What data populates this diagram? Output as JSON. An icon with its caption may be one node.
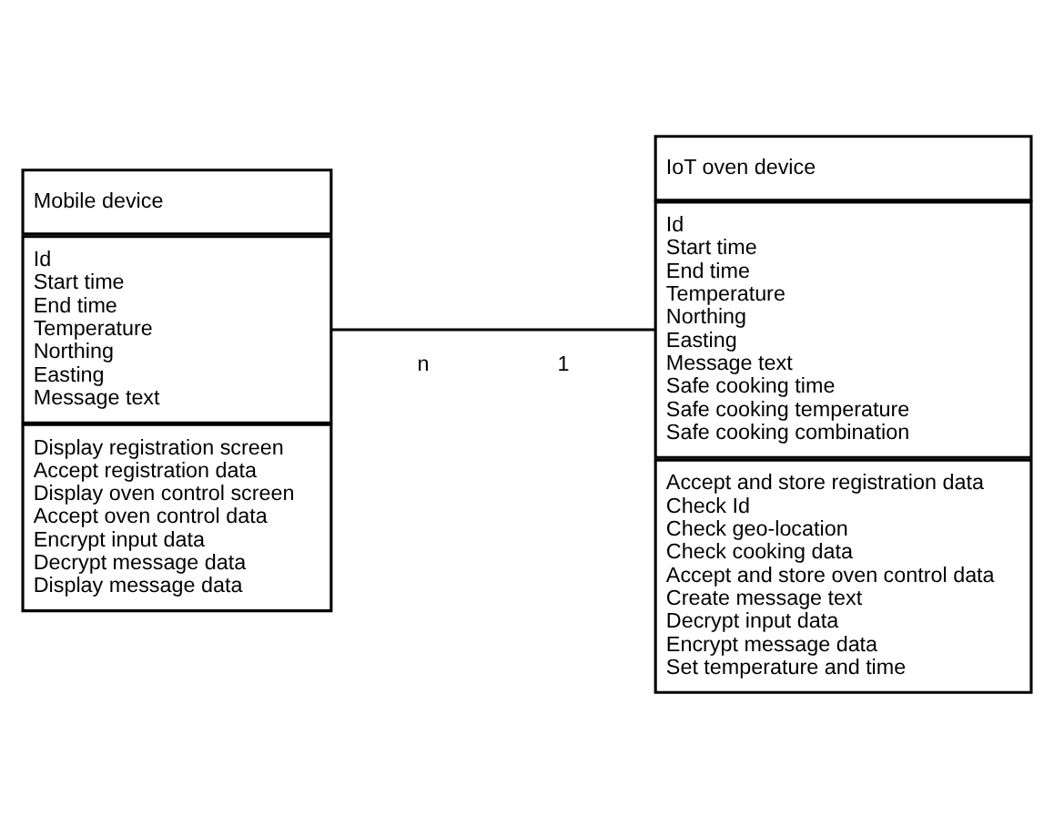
{
  "diagram": {
    "nodes": [
      {
        "text": [
          "Mobile device"
        ]
      },
      {
        "text": [
          "Id",
          "Start time",
          "End time",
          "Temperature",
          "Northing",
          "Easting",
          "Message text"
        ]
      },
      {
        "text": [
          "Display registration screen",
          "Accept registration data",
          "Display oven control screen",
          "Accept oven control data",
          "Encrypt input data",
          "Decrypt message data",
          "Display message data"
        ]
      },
      {
        "text": [
          "IoT oven device"
        ]
      },
      {
        "text": [
          "Id",
          "Start time",
          "End time",
          "Temperature",
          "Northing",
          "Easting",
          "Message text",
          "Safe cooking time",
          "Safe cooking temperature",
          "Safe cooking combination"
        ]
      },
      {
        "text": [
          "Accept and store registration data",
          "Check Id",
          "Check geo-location",
          "Check cooking data",
          "Accept and store oven control data",
          "Create message text",
          "Decrypt input data",
          "Encrypt message data",
          "Set temperature and time"
        ]
      }
    ],
    "edges": [
      {
        "from": 1,
        "to": 4,
        "arrow": "none"
      }
    ],
    "labels": [
      "n",
      "1"
    ]
  }
}
